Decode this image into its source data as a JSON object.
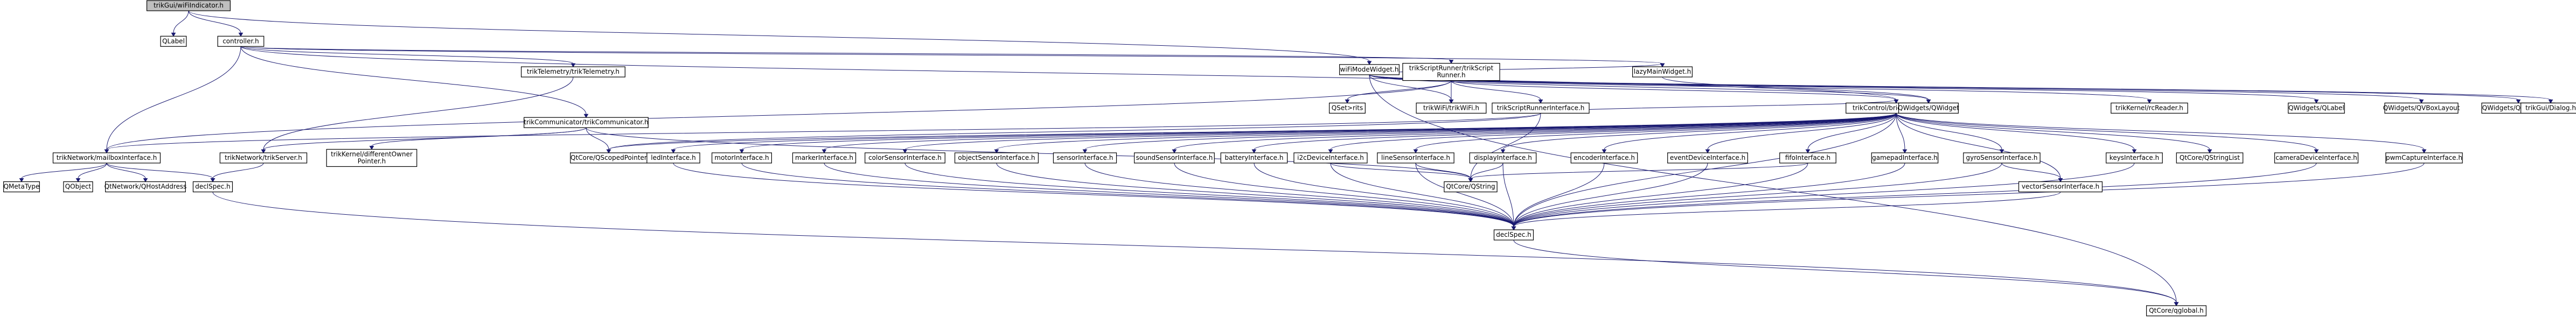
{
  "diagram": {
    "nodes": [
      {
        "id": "root",
        "label": "trikGui/wiFiIndicator.h",
        "kind": "focus"
      },
      {
        "id": "qlabel_top",
        "label": "QLabel",
        "kind": "external"
      },
      {
        "id": "controller",
        "label": "controller.h",
        "kind": "doc"
      },
      {
        "id": "wifimode",
        "label": "wiFiModeWidget.h",
        "kind": "doc"
      },
      {
        "id": "telemetry",
        "label": "trikTelemetry/trikTelemetry.h",
        "kind": "doc"
      },
      {
        "id": "scriptrunner",
        "label": "trikScriptRunner/trikScript\nRunner.h",
        "kind": "missing"
      },
      {
        "id": "lazymain",
        "label": "lazyMainWidget.h",
        "kind": "missing"
      },
      {
        "id": "communicator",
        "label": "trikCommunicator/trikCommunicator.h",
        "kind": "doc"
      },
      {
        "id": "qsetlist",
        "label": "QSet>rits",
        "kind": "external"
      },
      {
        "id": "trikwifi",
        "label": "trikWiFi/trikWiFi.h",
        "kind": "missing"
      },
      {
        "id": "scriptrunnerif",
        "label": "trikScriptRunnerInterface.h",
        "kind": "missing"
      },
      {
        "id": "brickif",
        "label": "trikControl/brickInterface.h",
        "kind": "doc"
      },
      {
        "id": "trikkernel_reader",
        "label": "trikKernel/rcReader.h",
        "kind": "missing"
      },
      {
        "id": "qwidget",
        "label": "QWidgets/QWidget",
        "kind": "external"
      },
      {
        "id": "qwidgets_qlabel",
        "label": "QWidgets/QLabel",
        "kind": "external"
      },
      {
        "id": "qboxlayout",
        "label": "QWidgets/QVBoxLayout",
        "kind": "external"
      },
      {
        "id": "qlistwidget",
        "label": "QWidgets/QListWidget",
        "kind": "external"
      },
      {
        "id": "trikguidialog",
        "label": "trikGui/Dialog.h",
        "kind": "missing"
      },
      {
        "id": "mailbox",
        "label": "trikNetwork/mailboxInterface.h",
        "kind": "doc"
      },
      {
        "id": "triknetserver",
        "label": "trikNetwork/trikServer.h",
        "kind": "missing"
      },
      {
        "id": "differentowner",
        "label": "trikKernel/differentOwner\nPointer.h",
        "kind": "missing"
      },
      {
        "id": "qscopedptr",
        "label": "QtCore/QScopedPointer",
        "kind": "external"
      },
      {
        "id": "ledif",
        "label": "ledInterface.h",
        "kind": "missing"
      },
      {
        "id": "motorif",
        "label": "motorInterface.h",
        "kind": "missing"
      },
      {
        "id": "markerif",
        "label": "markerInterface.h",
        "kind": "missing"
      },
      {
        "id": "colorsensorif",
        "label": "colorSensorInterface.h",
        "kind": "missing"
      },
      {
        "id": "objectsensorif",
        "label": "objectSensorInterface.h",
        "kind": "missing"
      },
      {
        "id": "sensorif",
        "label": "sensorInterface.h",
        "kind": "missing"
      },
      {
        "id": "soundsensorif",
        "label": "soundSensorInterface.h",
        "kind": "missing"
      },
      {
        "id": "batteryif",
        "label": "batteryInterface.h",
        "kind": "missing"
      },
      {
        "id": "i2cdeviceif",
        "label": "i2cDeviceInterface.h",
        "kind": "missing"
      },
      {
        "id": "linesensorif",
        "label": "lineSensorInterface.h",
        "kind": "missing"
      },
      {
        "id": "displayif",
        "label": "displayInterface.h",
        "kind": "missing"
      },
      {
        "id": "encoderif",
        "label": "encoderInterface.h",
        "kind": "missing"
      },
      {
        "id": "eventdeviceif",
        "label": "eventDeviceInterface.h",
        "kind": "missing"
      },
      {
        "id": "fifoif",
        "label": "fifoInterface.h",
        "kind": "missing"
      },
      {
        "id": "gamepadif",
        "label": "gamepadInterface.h",
        "kind": "missing"
      },
      {
        "id": "gyrosensorif",
        "label": "gyroSensorInterface.h",
        "kind": "missing"
      },
      {
        "id": "keysif",
        "label": "keysInterface.h",
        "kind": "missing"
      },
      {
        "id": "qstringlist",
        "label": "QtCore/QStringList",
        "kind": "external"
      },
      {
        "id": "cameradeviceif",
        "label": "cameraDeviceInterface.h",
        "kind": "missing"
      },
      {
        "id": "pwmcaptureif",
        "label": "pwmCaptureInterface.h",
        "kind": "missing"
      },
      {
        "id": "qmetatype",
        "label": "QMetaType",
        "kind": "external"
      },
      {
        "id": "qobject",
        "label": "QObject",
        "kind": "external"
      },
      {
        "id": "qhostaddress",
        "label": "QtNetwork/QHostAddress",
        "kind": "external"
      },
      {
        "id": "declspec_net",
        "label": "declSpec.h",
        "kind": "doc"
      },
      {
        "id": "qstring",
        "label": "QtCore/QString",
        "kind": "external"
      },
      {
        "id": "vectorsensorif",
        "label": "vectorSensorInterface.h",
        "kind": "missing"
      },
      {
        "id": "declspec",
        "label": "declSpec.h",
        "kind": "doc"
      },
      {
        "id": "qtconfigglobal",
        "label": "QtCore/qglobal.h",
        "kind": "external"
      }
    ]
  },
  "colors": {
    "focus_fill": "#bfbfbf",
    "doc_fill": "#ffffff",
    "external_fill": "#ffffff",
    "missing_stroke": "#ff0000",
    "edge": "#191970"
  }
}
